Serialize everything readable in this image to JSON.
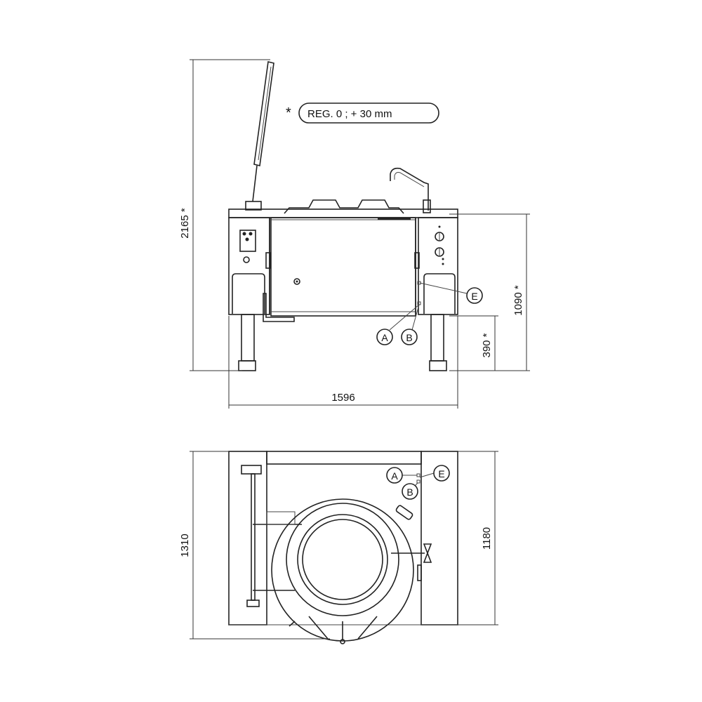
{
  "note": {
    "asterisk": "*",
    "text": "REG. 0 ; + 30 mm"
  },
  "front_view": {
    "dimensions": {
      "total_height": "2165 *",
      "work_height": "1090 *",
      "clearance": "390 *",
      "width": "1596"
    },
    "callouts": [
      "A",
      "B",
      "E"
    ]
  },
  "top_view": {
    "dimensions": {
      "depth": "1310",
      "inner_depth": "1180"
    },
    "callouts": [
      "A",
      "B",
      "E"
    ]
  }
}
